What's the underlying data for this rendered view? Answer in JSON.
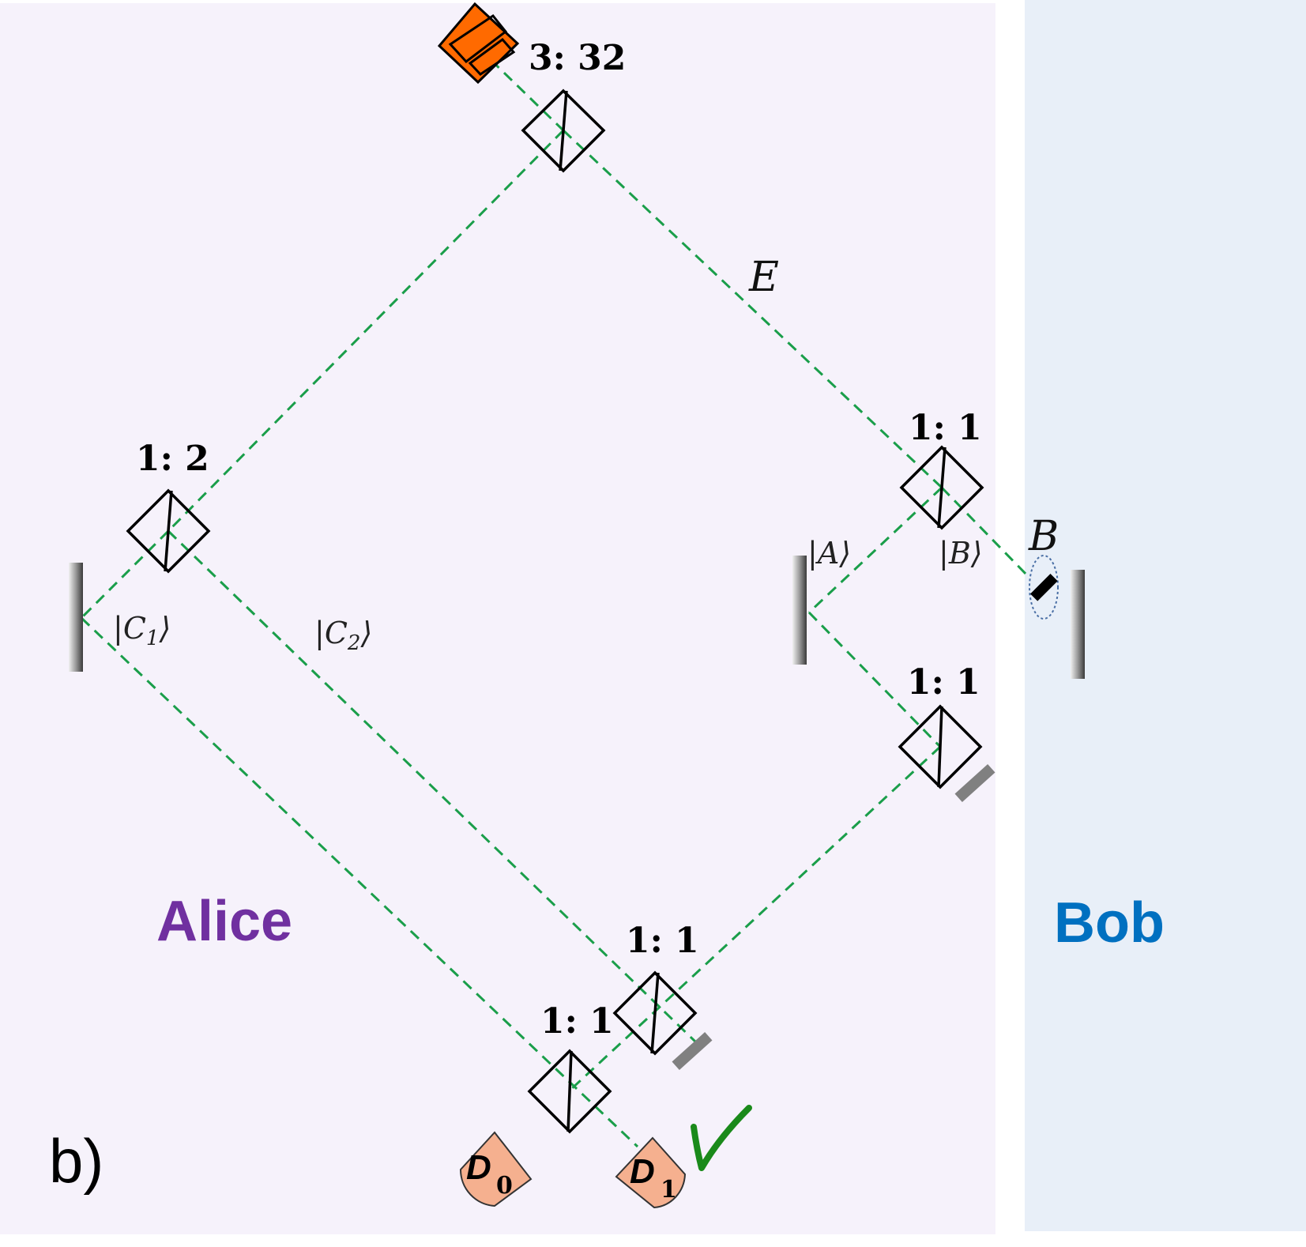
{
  "panel_label": "b)",
  "parties": {
    "alice": "Alice",
    "bob": "Bob"
  },
  "beam_splitters": {
    "source_bs": "3: 32",
    "alice_bs": "1: 2",
    "bob_top_bs": "1: 1",
    "bob_lower_bs": "1: 1",
    "middle_bs": "1: 1",
    "final_bs": "1: 1"
  },
  "path_labels": {
    "E": "E",
    "B": "B"
  },
  "kets": {
    "c1": {
      "symbol": "C",
      "sub": "1"
    },
    "c2": {
      "symbol": "C",
      "sub": "2"
    },
    "a": {
      "symbol": "A"
    },
    "b": {
      "symbol": "B"
    }
  },
  "detectors": {
    "d0": {
      "symbol": "D",
      "sub": "0"
    },
    "d1": {
      "symbol": "D",
      "sub": "1"
    }
  },
  "check_mark": "✓",
  "colors": {
    "alice_bg": "#f6f2fb",
    "bob_bg": "#e8eff8",
    "alice_text": "#7030a0",
    "bob_text": "#0070c0",
    "beam": "#1a9e4a",
    "source": "#ff6a00",
    "detector": "#f5b08f",
    "check": "#1a8a1a"
  }
}
